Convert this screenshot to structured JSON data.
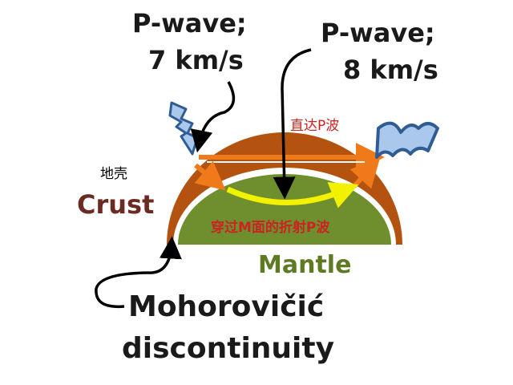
{
  "labels": {
    "pwave_left_line1": "P-wave;",
    "pwave_left_line2": "7 km/s",
    "pwave_right_line1": "P-wave;",
    "pwave_right_line2": "8 km/s",
    "direct_p_wave": "直达P波",
    "crust_cn": "地壳",
    "crust": "Crust",
    "refracted_p_wave": "穿过M面的折射P波",
    "mantle": "Mantle",
    "moho_line1": "Mohorovičić",
    "moho_line2": "discontinuity"
  },
  "colors": {
    "crust": "#b3530f",
    "mantle": "#6f8f2e",
    "crust_label": "#6b2a22",
    "mantle_label": "#5e7a23",
    "chinese_label": "#cc2222",
    "yellow_ray": "#f2f200",
    "orange_ray": "#f07a1a",
    "source_blue": "#a9c8ec"
  }
}
